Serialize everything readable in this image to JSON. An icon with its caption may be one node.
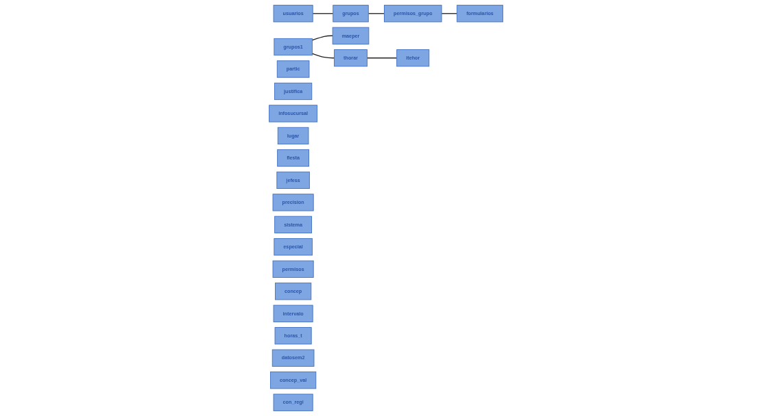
{
  "diagram": {
    "nodes": [
      {
        "text": [
          "usuarios"
        ]
      },
      {
        "text": [
          "grupos"
        ]
      },
      {
        "text": [
          "permisos_grupo"
        ]
      },
      {
        "text": [
          "formularios"
        ]
      },
      {
        "text": [
          "grupos1"
        ]
      },
      {
        "text": [
          "maeper"
        ]
      },
      {
        "text": [
          "itehor"
        ]
      },
      {
        "text": [
          "partic"
        ]
      },
      {
        "text": [
          "justifica"
        ]
      },
      {
        "text": [
          "infosucursal"
        ]
      },
      {
        "text": [
          "thorar"
        ]
      },
      {
        "text": [
          "lugar"
        ]
      },
      {
        "text": [
          "fiesta"
        ]
      },
      {
        "text": [
          "jefess"
        ]
      },
      {
        "text": [
          "precision"
        ]
      },
      {
        "text": [
          "sistema"
        ]
      },
      {
        "text": [
          "especial"
        ]
      },
      {
        "text": [
          "permisos"
        ]
      },
      {
        "text": [
          "concep"
        ]
      },
      {
        "text": [
          "intervalo"
        ]
      },
      {
        "text": [
          "horas_t"
        ]
      },
      {
        "text": [
          "datosem2"
        ]
      },
      {
        "text": [
          "concep_val"
        ]
      },
      {
        "text": [
          "con_regi"
        ]
      }
    ],
    "edges": [
      {
        "from": 0,
        "to": 1,
        "arrow": "none"
      },
      {
        "from": 1,
        "to": 2,
        "arrow": "none"
      },
      {
        "from": 2,
        "to": 3,
        "arrow": "none"
      },
      {
        "from": 4,
        "to": 5,
        "arrow": "none"
      },
      {
        "from": 4,
        "to": 10,
        "arrow": "none"
      },
      {
        "from": 10,
        "to": 6,
        "arrow": "none"
      }
    ]
  }
}
